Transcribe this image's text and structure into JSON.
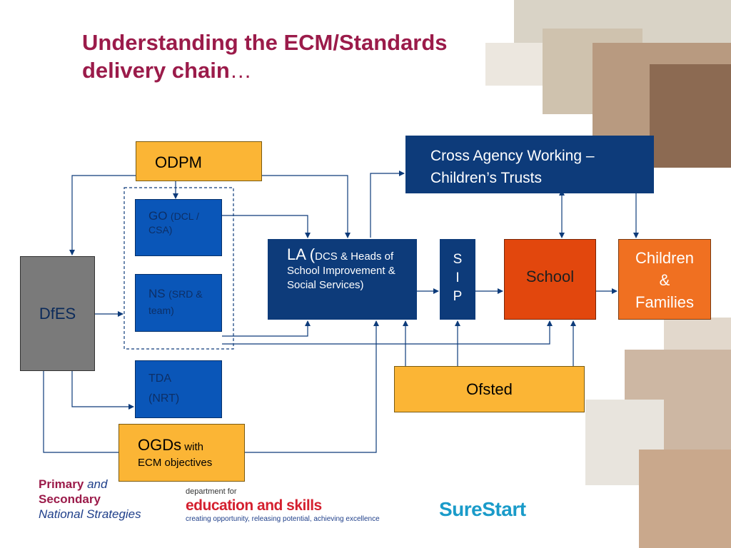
{
  "title": {
    "main": "Understanding the ECM/Standards delivery chain",
    "ellipsis": "…"
  },
  "boxes": {
    "odpm": "ODPM",
    "go_main": "GO",
    "go_sub": "(DCL / CSA)",
    "ns_main": "NS",
    "ns_sub": "(SRD & team)",
    "tda_line1": "TDA",
    "tda_line2": "(NRT)",
    "dfes": "DfES",
    "la_main": "LA (",
    "la_sub": "DCS & Heads of School Improvement & Social Services)",
    "sip": [
      "S",
      "I",
      "P"
    ],
    "school": "School",
    "children_line1": "Children",
    "children_line2": "&",
    "children_line3": "Families",
    "cross_agency_line1": "Cross Agency Working –",
    "cross_agency_line2": "Children’s Trusts",
    "ofsted": "Ofsted",
    "ogds_main": "OGDs",
    "ogds_sub1": "with",
    "ogds_sub2": "ECM objectives"
  },
  "logos": {
    "pns_primary": "Primary",
    "pns_and": "and",
    "pns_secondary": "Secondary",
    "pns_national": "National Strategies",
    "dfes_dept": "department for",
    "dfes_name": "education and skills",
    "dfes_tagline": "creating opportunity, releasing potential, achieving excellence",
    "surestart": "SureStart"
  },
  "colors": {
    "title": "#9b1b4a",
    "yellow": "#fbb535",
    "blue": "#0a56b8",
    "navy": "#0d3b7a",
    "orange": "#f07021",
    "red": "#e2470d",
    "grey": "#7a7a7a",
    "surestart": "#1a9bc9",
    "dfes_red": "#d4202f",
    "pns_red": "#9b1b4a"
  }
}
